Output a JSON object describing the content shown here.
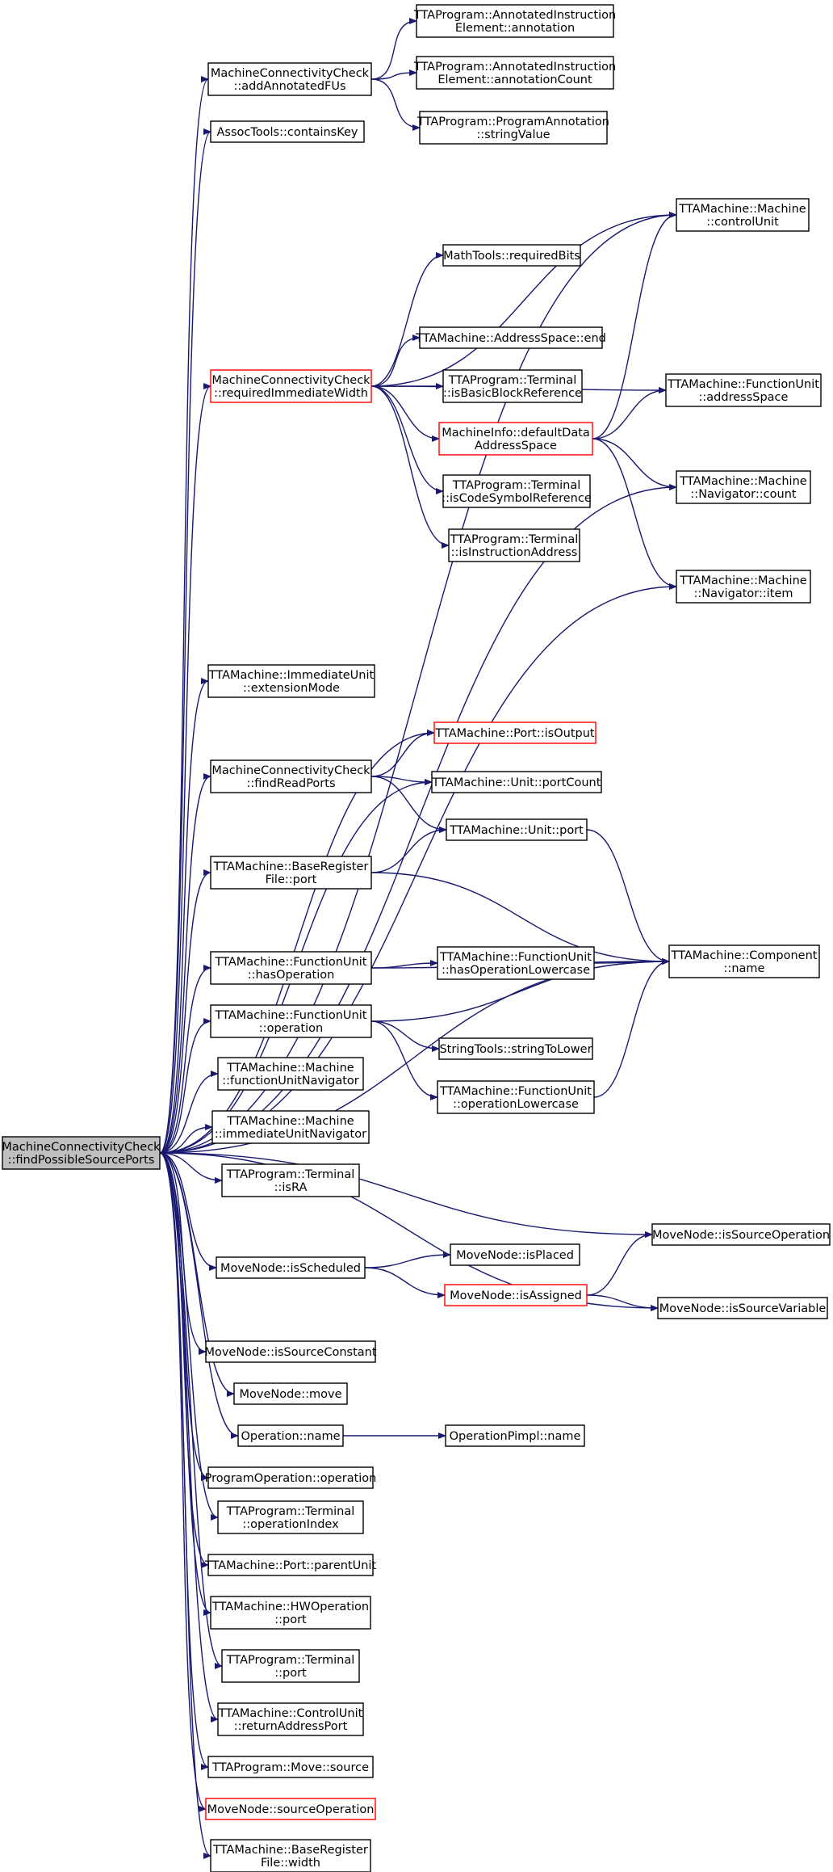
{
  "graph": {
    "root": "MachineConnectivityCheck::findPossibleSourcePorts",
    "colors": {
      "edge": "#191970",
      "node_border": "#000000",
      "truncated_node_border": "#ff0000",
      "root_fill": "#bfbfbf",
      "background": "#ffffff"
    },
    "nodes": [
      {
        "id": "n0",
        "lines": [
          "MachineConnectivityCheck",
          "::findPossibleSourcePorts"
        ],
        "style": "root"
      },
      {
        "id": "n1",
        "lines": [
          "MachineConnectivityCheck",
          "::addAnnotatedFUs"
        ],
        "style": "normal"
      },
      {
        "id": "n2",
        "lines": [
          "TTAProgram::AnnotatedInstruction",
          "Element::annotation"
        ],
        "style": "normal"
      },
      {
        "id": "n3",
        "lines": [
          "TTAProgram::AnnotatedInstruction",
          "Element::annotationCount"
        ],
        "style": "normal"
      },
      {
        "id": "n4",
        "lines": [
          "TTAProgram::ProgramAnnotation",
          "::stringValue"
        ],
        "style": "normal"
      },
      {
        "id": "n5",
        "lines": [
          "AssocTools::containsKey"
        ],
        "style": "normal"
      },
      {
        "id": "n6",
        "lines": [
          "TTAMachine::Machine",
          "::controlUnit"
        ],
        "style": "normal"
      },
      {
        "id": "n7",
        "lines": [
          "MachineConnectivityCheck",
          "::requiredImmediateWidth"
        ],
        "style": "red"
      },
      {
        "id": "n8",
        "lines": [
          "MathTools::requiredBits"
        ],
        "style": "normal"
      },
      {
        "id": "n9",
        "lines": [
          "TTAMachine::FunctionUnit",
          "::addressSpace"
        ],
        "style": "normal"
      },
      {
        "id": "n10",
        "lines": [
          "TTAMachine::AddressSpace::end"
        ],
        "style": "normal"
      },
      {
        "id": "n11",
        "lines": [
          "TTAProgram::Terminal",
          "::isBasicBlockReference"
        ],
        "style": "normal"
      },
      {
        "id": "n12",
        "lines": [
          "MachineInfo::defaultData",
          "AddressSpace"
        ],
        "style": "red"
      },
      {
        "id": "n13",
        "lines": [
          "TTAMachine::Machine",
          "::Navigator::count"
        ],
        "style": "normal"
      },
      {
        "id": "n14",
        "lines": [
          "TTAMachine::Machine",
          "::Navigator::item"
        ],
        "style": "normal"
      },
      {
        "id": "n15",
        "lines": [
          "TTAProgram::Terminal",
          "::isCodeSymbolReference"
        ],
        "style": "normal"
      },
      {
        "id": "n16",
        "lines": [
          "TTAProgram::Terminal",
          "::isInstructionAddress"
        ],
        "style": "normal"
      },
      {
        "id": "n17",
        "lines": [
          "TTAMachine::ImmediateUnit",
          "::extensionMode"
        ],
        "style": "normal"
      },
      {
        "id": "n18",
        "lines": [
          "TTAMachine::Port::isOutput"
        ],
        "style": "red"
      },
      {
        "id": "n19",
        "lines": [
          "MachineConnectivityCheck",
          "::findReadPorts"
        ],
        "style": "normal"
      },
      {
        "id": "n20",
        "lines": [
          "TTAMachine::Unit::portCount"
        ],
        "style": "normal"
      },
      {
        "id": "n21",
        "lines": [
          "TTAMachine::Unit::port"
        ],
        "style": "normal"
      },
      {
        "id": "n22",
        "lines": [
          "TTAMachine::BaseRegister",
          "File::port"
        ],
        "style": "normal"
      },
      {
        "id": "n23",
        "lines": [
          "TTAMachine::Component",
          "::name"
        ],
        "style": "normal"
      },
      {
        "id": "n24",
        "lines": [
          "TTAMachine::FunctionUnit",
          "::hasOperation"
        ],
        "style": "normal"
      },
      {
        "id": "n25",
        "lines": [
          "TTAMachine::FunctionUnit",
          "::hasOperationLowercase"
        ],
        "style": "normal"
      },
      {
        "id": "n26",
        "lines": [
          "TTAMachine::FunctionUnit",
          "::operation"
        ],
        "style": "normal"
      },
      {
        "id": "n27",
        "lines": [
          "StringTools::stringToLower"
        ],
        "style": "normal"
      },
      {
        "id": "n28",
        "lines": [
          "TTAMachine::FunctionUnit",
          "::operationLowercase"
        ],
        "style": "normal"
      },
      {
        "id": "n29",
        "lines": [
          "TTAMachine::Machine",
          "::functionUnitNavigator"
        ],
        "style": "normal"
      },
      {
        "id": "n30",
        "lines": [
          "TTAMachine::Machine",
          "::immediateUnitNavigator"
        ],
        "style": "normal"
      },
      {
        "id": "n31",
        "lines": [
          "TTAProgram::Terminal",
          "::isRA"
        ],
        "style": "normal"
      },
      {
        "id": "n32",
        "lines": [
          "MoveNode::isSourceOperation"
        ],
        "style": "normal"
      },
      {
        "id": "n33",
        "lines": [
          "MoveNode::isScheduled"
        ],
        "style": "normal"
      },
      {
        "id": "n34",
        "lines": [
          "MoveNode::isPlaced"
        ],
        "style": "normal"
      },
      {
        "id": "n35",
        "lines": [
          "MoveNode::isAssigned"
        ],
        "style": "red"
      },
      {
        "id": "n36",
        "lines": [
          "MoveNode::isSourceVariable"
        ],
        "style": "normal"
      },
      {
        "id": "n37",
        "lines": [
          "MoveNode::isSourceConstant"
        ],
        "style": "normal"
      },
      {
        "id": "n38",
        "lines": [
          "MoveNode::move"
        ],
        "style": "normal"
      },
      {
        "id": "n39",
        "lines": [
          "Operation::name"
        ],
        "style": "normal"
      },
      {
        "id": "n40",
        "lines": [
          "OperationPimpl::name"
        ],
        "style": "normal"
      },
      {
        "id": "n41",
        "lines": [
          "ProgramOperation::operation"
        ],
        "style": "normal"
      },
      {
        "id": "n42",
        "lines": [
          "TTAProgram::Terminal",
          "::operationIndex"
        ],
        "style": "normal"
      },
      {
        "id": "n43",
        "lines": [
          "TTAMachine::Port::parentUnit"
        ],
        "style": "normal"
      },
      {
        "id": "n44",
        "lines": [
          "TTAMachine::HWOperation",
          "::port"
        ],
        "style": "normal"
      },
      {
        "id": "n45",
        "lines": [
          "TTAProgram::Terminal",
          "::port"
        ],
        "style": "normal"
      },
      {
        "id": "n46",
        "lines": [
          "TTAMachine::ControlUnit",
          "::returnAddressPort"
        ],
        "style": "normal"
      },
      {
        "id": "n47",
        "lines": [
          "TTAProgram::Move::source"
        ],
        "style": "normal"
      },
      {
        "id": "n48",
        "lines": [
          "MoveNode::sourceOperation"
        ],
        "style": "red"
      },
      {
        "id": "n49",
        "lines": [
          "TTAMachine::BaseRegister",
          "File::width"
        ],
        "style": "normal"
      }
    ],
    "edges": [
      [
        "n0",
        "n1"
      ],
      [
        "n0",
        "n5"
      ],
      [
        "n0",
        "n6"
      ],
      [
        "n0",
        "n7"
      ],
      [
        "n0",
        "n13"
      ],
      [
        "n0",
        "n14"
      ],
      [
        "n0",
        "n17"
      ],
      [
        "n0",
        "n18"
      ],
      [
        "n0",
        "n19"
      ],
      [
        "n0",
        "n20"
      ],
      [
        "n0",
        "n22"
      ],
      [
        "n0",
        "n23"
      ],
      [
        "n0",
        "n24"
      ],
      [
        "n0",
        "n26"
      ],
      [
        "n0",
        "n29"
      ],
      [
        "n0",
        "n30"
      ],
      [
        "n0",
        "n31"
      ],
      [
        "n0",
        "n32"
      ],
      [
        "n0",
        "n33"
      ],
      [
        "n0",
        "n36"
      ],
      [
        "n0",
        "n37"
      ],
      [
        "n0",
        "n38"
      ],
      [
        "n0",
        "n39"
      ],
      [
        "n0",
        "n41"
      ],
      [
        "n0",
        "n42"
      ],
      [
        "n0",
        "n43"
      ],
      [
        "n0",
        "n44"
      ],
      [
        "n0",
        "n45"
      ],
      [
        "n0",
        "n46"
      ],
      [
        "n0",
        "n47"
      ],
      [
        "n0",
        "n48"
      ],
      [
        "n0",
        "n49"
      ],
      [
        "n1",
        "n2"
      ],
      [
        "n1",
        "n3"
      ],
      [
        "n1",
        "n4"
      ],
      [
        "n7",
        "n6"
      ],
      [
        "n7",
        "n8"
      ],
      [
        "n7",
        "n9"
      ],
      [
        "n7",
        "n10"
      ],
      [
        "n7",
        "n11"
      ],
      [
        "n7",
        "n12"
      ],
      [
        "n7",
        "n15"
      ],
      [
        "n7",
        "n16"
      ],
      [
        "n12",
        "n6"
      ],
      [
        "n12",
        "n9"
      ],
      [
        "n12",
        "n13"
      ],
      [
        "n12",
        "n14"
      ],
      [
        "n19",
        "n18"
      ],
      [
        "n19",
        "n20"
      ],
      [
        "n19",
        "n21"
      ],
      [
        "n21",
        "n23"
      ],
      [
        "n22",
        "n21"
      ],
      [
        "n22",
        "n23"
      ],
      [
        "n24",
        "n25"
      ],
      [
        "n24",
        "n23"
      ],
      [
        "n25",
        "n23"
      ],
      [
        "n26",
        "n27"
      ],
      [
        "n26",
        "n28"
      ],
      [
        "n26",
        "n23"
      ],
      [
        "n28",
        "n23"
      ],
      [
        "n33",
        "n34"
      ],
      [
        "n33",
        "n35"
      ],
      [
        "n35",
        "n32"
      ],
      [
        "n35",
        "n36"
      ],
      [
        "n39",
        "n40"
      ]
    ]
  }
}
